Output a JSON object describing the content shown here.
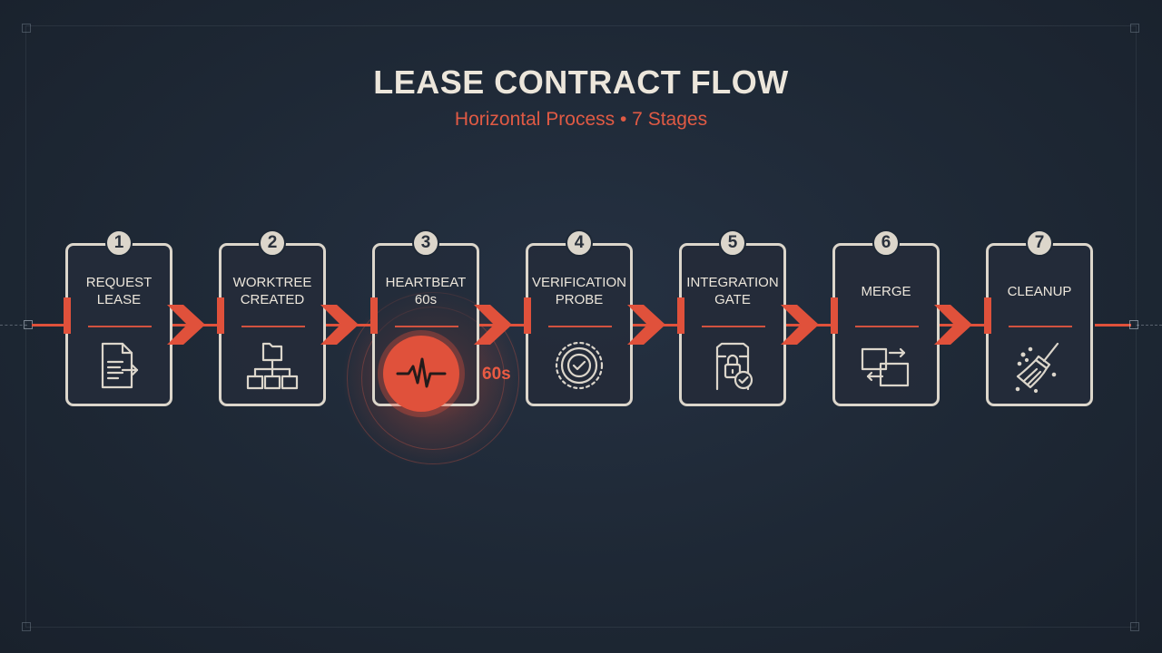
{
  "title": "LEASE CONTRACT FLOW",
  "subtitle": "Horizontal Process • 7 Stages",
  "accent_color": "#e0513b",
  "card_border_color": "#dcd6cb",
  "background_color": "#1e2835",
  "heartbeat_timer_label": "60s",
  "stages": [
    {
      "number": "1",
      "label": "REQUEST\nLEASE",
      "icon": "document-arrow-icon"
    },
    {
      "number": "2",
      "label": "WORKTREE\nCREATED",
      "icon": "folder-tree-icon"
    },
    {
      "number": "3",
      "label": "HEARTBEAT\n60s",
      "icon": "heartbeat-pulse-icon"
    },
    {
      "number": "4",
      "label": "VERIFICATION\nPROBE",
      "icon": "check-target-icon"
    },
    {
      "number": "5",
      "label": "INTEGRATION\nGATE",
      "icon": "gate-lock-icon"
    },
    {
      "number": "6",
      "label": "MERGE",
      "icon": "merge-windows-icon"
    },
    {
      "number": "7",
      "label": "CLEANUP",
      "icon": "broom-icon"
    }
  ]
}
